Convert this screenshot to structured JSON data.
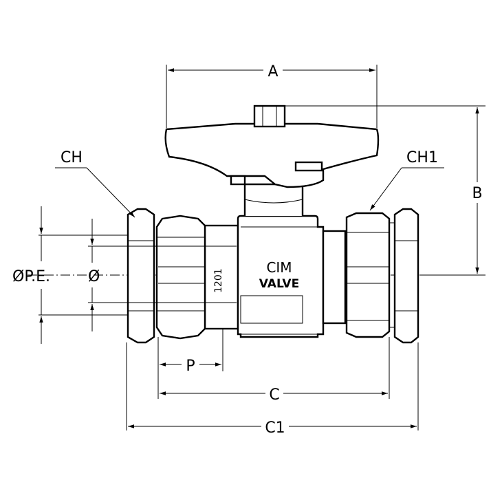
{
  "dimensions": {
    "A": "A",
    "B": "B",
    "C": "C",
    "C1": "C1",
    "P": "P",
    "CH": "CH",
    "CH1": "CH1",
    "pe_diameter": "ØP.E.",
    "diameter": "Ø"
  },
  "valve_marks": {
    "brand": "CIM",
    "brand_sub": "VALVE",
    "size_code": "1201"
  },
  "colors": {
    "line": "#000000",
    "background": "#ffffff"
  }
}
